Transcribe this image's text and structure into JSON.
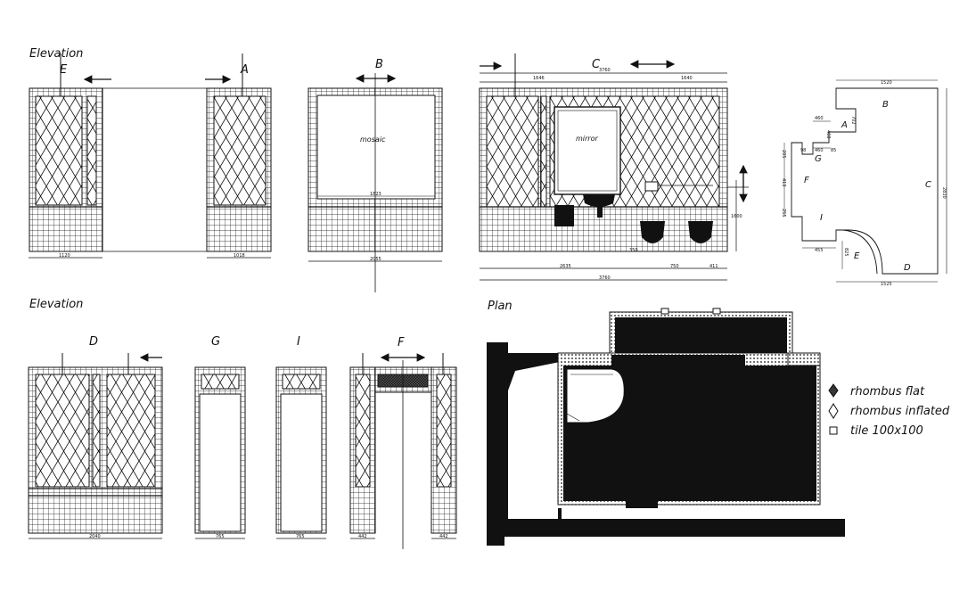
{
  "sections": {
    "elevation_top": "Elevation",
    "elevation_bottom": "Elevation",
    "plan": "Plan"
  },
  "view_labels": {
    "E": "E",
    "A": "A",
    "B": "B",
    "C": "C",
    "D": "D",
    "G": "G",
    "I": "I",
    "F": "F"
  },
  "notes": {
    "mosaic": "mosaic",
    "mirror": "mirror"
  },
  "dimensions": {
    "e_width": "1120",
    "a_width": "1018",
    "b_width": "2055",
    "b_inner": "1823",
    "c_top_total": "3760",
    "c_top_left": "1646",
    "c_top_right": "1640",
    "c_bottom_left": "2635",
    "c_bottom_mid": "750",
    "c_bottom_right": "411",
    "c_bottom_total": "3760",
    "c_height": "1600",
    "c_small": "350",
    "d_width": "2040",
    "g_width": "765",
    "i_width": "765",
    "f_left": "442",
    "f_right": "442",
    "key_top": "1520",
    "key_bottom": "1525",
    "key_right": "2830",
    "key_a1": "460",
    "key_a2": "460",
    "key_g": "460",
    "key_a_h": "702",
    "key_side1": "205",
    "key_side2": "410",
    "key_side3": "255",
    "key_i": "455",
    "key_e": "825",
    "key_small1": "98",
    "key_small2": "85"
  },
  "key_plan_labels": {
    "A": "A",
    "B": "B",
    "C": "C",
    "D": "D",
    "E": "E",
    "F": "F",
    "G": "G",
    "I": "I"
  },
  "legend": {
    "items": [
      {
        "label": "rhombus flat",
        "icon": "rhombus-flat-icon"
      },
      {
        "label": "rhombus inflated",
        "icon": "rhombus-inflated-icon"
      },
      {
        "label": "tile 100x100",
        "icon": "tile-square-icon"
      }
    ]
  }
}
